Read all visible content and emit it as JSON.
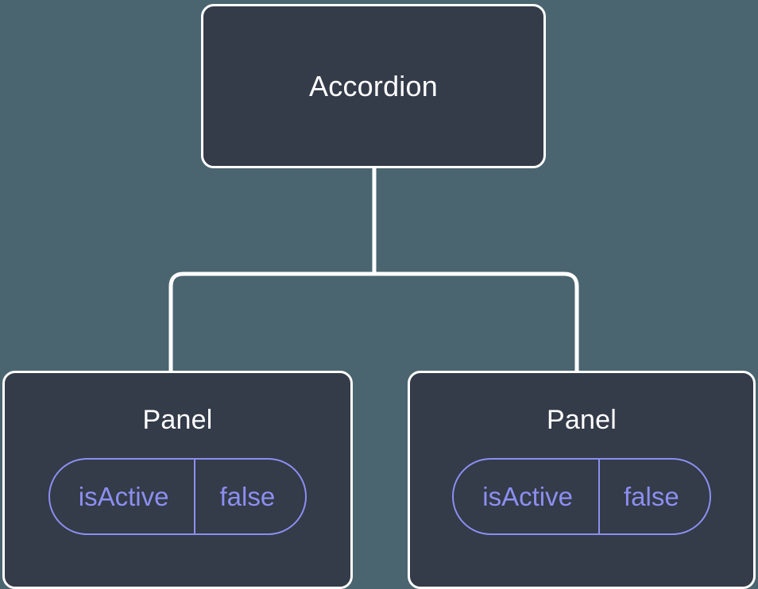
{
  "canvas": {
    "background_color": "#4a656f",
    "node_fill_color": "#343b49",
    "node_border_color": "#ffffff",
    "connector_color": "#ffffff",
    "prop_accent_color": "#8b8ff0"
  },
  "tree": {
    "root": {
      "title": "Accordion"
    },
    "children": [
      {
        "title": "Panel",
        "prop": {
          "key": "isActive",
          "value": "false"
        }
      },
      {
        "title": "Panel",
        "prop": {
          "key": "isActive",
          "value": "false"
        }
      }
    ]
  }
}
